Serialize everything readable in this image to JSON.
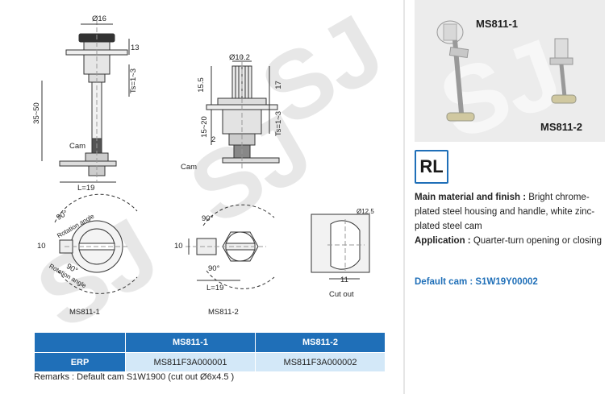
{
  "watermark": "SJ",
  "drawings": {
    "top_left": {
      "dia": "Ø16",
      "dim_side": "13",
      "range": "35~50",
      "ts": "Ts=1~3",
      "cam": "Cam",
      "len": "L=19"
    },
    "top_mid": {
      "dia": "Ø10.2",
      "dim1": "15.5",
      "dim2": "17",
      "range": "15~20",
      "ts": "Ts=1~3",
      "d2": "2",
      "cam": "Cam"
    },
    "bottom_left": {
      "angle1": "90°",
      "rot1": "Rotation angle",
      "angle2": "90°",
      "rot2": "Rotation angle",
      "d10": "10",
      "caption": "MS811-1"
    },
    "bottom_mid": {
      "angle1": "90°",
      "angle2": "90°",
      "d10": "10",
      "len": "L=19",
      "caption": "MS811-2"
    },
    "cutout": {
      "dia": "Ø12.5",
      "w": "11",
      "caption": "Cut out"
    }
  },
  "table": {
    "headers": [
      "",
      "MS811-1",
      "MS811-2"
    ],
    "row_label": "ERP",
    "values": [
      "MS811F3A000001",
      "MS811F3A000002"
    ]
  },
  "remarks": "Remarks : Default cam S1W1900 (cut out Ø6x4.5 )",
  "photo": {
    "label1": "MS811-1",
    "label2": "MS811-2"
  },
  "badge": "RL",
  "info": {
    "material_label": "Main material and finish :",
    "material_text": "Bright chrome-plated steel housing and handle, white zinc-plated steel cam",
    "application_label": "Application :",
    "application_text": "Quarter-turn opening or closing"
  },
  "default_cam": "Default cam : S1W19Y00002",
  "colors": {
    "accent": "#1f6fb8",
    "table_row": "#d3e8f8",
    "watermark": "#cfcfcf"
  }
}
